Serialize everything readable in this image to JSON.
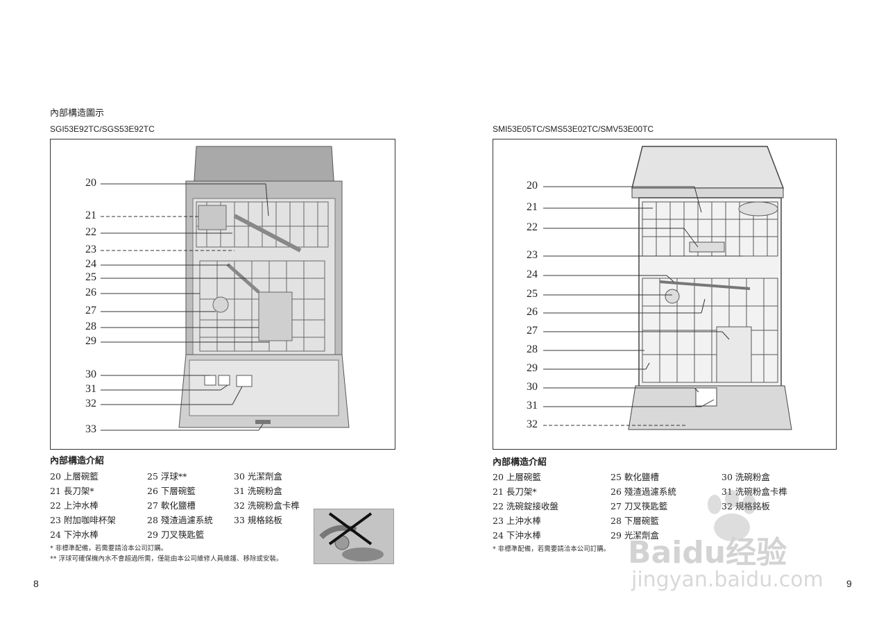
{
  "left": {
    "section_title": "內部構造圖示",
    "model": "SGI53E92TC/SGS53E92TC",
    "callouts": [
      "20",
      "21",
      "22",
      "23",
      "24",
      "25",
      "26",
      "27",
      "28",
      "29",
      "30",
      "31",
      "32",
      "33"
    ],
    "legend_title": "內部構造介紹",
    "legend": [
      [
        "20",
        "上層碗籃"
      ],
      [
        "21",
        "長刀架*"
      ],
      [
        "22",
        "上沖水棒"
      ],
      [
        "23",
        "附加咖啡杯架"
      ],
      [
        "24",
        "下沖水棒"
      ],
      [
        "25",
        "浮球**"
      ],
      [
        "26",
        "下層碗籃"
      ],
      [
        "27",
        "軟化鹽槽"
      ],
      [
        "28",
        "殘渣過濾系統"
      ],
      [
        "29",
        "刀叉筷匙籃"
      ],
      [
        "30",
        "光潔劑盒"
      ],
      [
        "31",
        "洗碗粉盒"
      ],
      [
        "32",
        "洗碗粉盒卡榫"
      ],
      [
        "33",
        "規格銘板"
      ]
    ],
    "note1": "*  非標準配備，若需要請洽本公司訂購。",
    "note2": "** 浮球可確保機內水不會超過所需，僅能由本公司維修人員維護、移除或安裝。",
    "page_number": "8"
  },
  "right": {
    "model": "SMI53E05TC/SMS53E02TC/SMV53E00TC",
    "callouts": [
      "20",
      "21",
      "22",
      "23",
      "24",
      "25",
      "26",
      "27",
      "28",
      "29",
      "30",
      "31",
      "32"
    ],
    "legend_title": "內部構造介紹",
    "legend": [
      [
        "20",
        "上層碗籃"
      ],
      [
        "21",
        "長刀架*"
      ],
      [
        "22",
        "洗碗錠接收盤"
      ],
      [
        "23",
        "上沖水棒"
      ],
      [
        "24",
        "下沖水棒"
      ],
      [
        "25",
        "軟化鹽槽"
      ],
      [
        "26",
        "殘渣過濾系統"
      ],
      [
        "27",
        "刀叉筷匙籃"
      ],
      [
        "28",
        "下層碗籃"
      ],
      [
        "29",
        "光潔劑盒"
      ],
      [
        "30",
        "洗碗粉盒"
      ],
      [
        "31",
        "洗碗粉盒卡榫"
      ],
      [
        "32",
        "規格銘板"
      ]
    ],
    "note1": "*  非標準配備，若需要請洽本公司訂購。",
    "page_number": "9"
  },
  "watermark": {
    "brand": "Baidu经验",
    "url": "jingyan.baidu.com"
  }
}
